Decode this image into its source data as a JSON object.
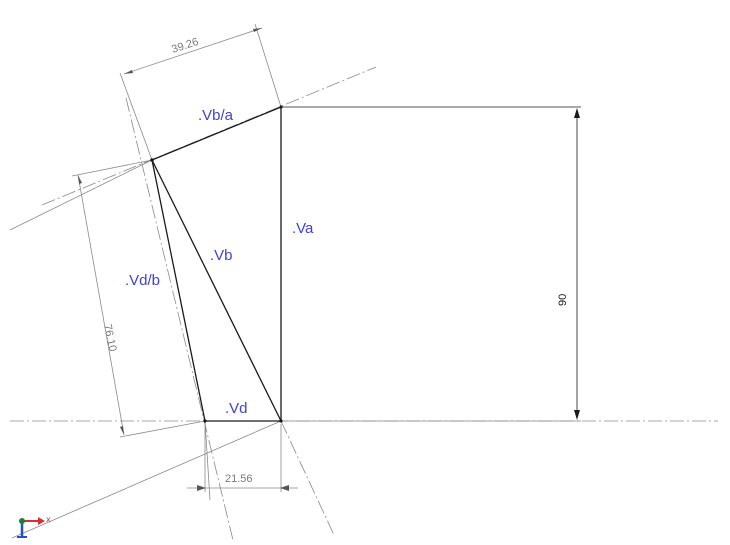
{
  "labels": {
    "vba": ".Vb/a",
    "va": ".Va",
    "vb": ".Vb",
    "vdb": ".Vd/b",
    "vd": ".Vd"
  },
  "dimensions": {
    "top": "39.26",
    "left": "76.10",
    "right": "90",
    "bottom": "21.56"
  },
  "triad": {
    "x_label": "x"
  },
  "colors": {
    "label": "#4040d8",
    "line": "#1a1a1a",
    "construction": "#8a8a8a",
    "dim": "#7a7a7a",
    "triad_x": "#d43030",
    "triad_y": "#2050d0",
    "triad_origin": "#208030"
  }
}
